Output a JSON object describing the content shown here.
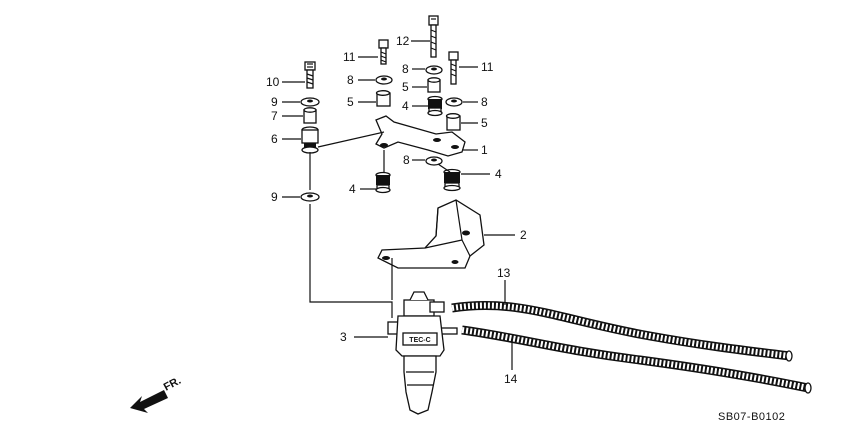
{
  "diagram": {
    "callouts": [
      {
        "id": "c10a",
        "num": "10"
      },
      {
        "id": "c9a",
        "num": "9"
      },
      {
        "id": "c7",
        "num": "7"
      },
      {
        "id": "c6",
        "num": "6"
      },
      {
        "id": "c11a",
        "num": "11"
      },
      {
        "id": "c8a",
        "num": "8"
      },
      {
        "id": "c5a",
        "num": "5"
      },
      {
        "id": "c12",
        "num": "12"
      },
      {
        "id": "c8b",
        "num": "8"
      },
      {
        "id": "c5b",
        "num": "5"
      },
      {
        "id": "c4a",
        "num": "4"
      },
      {
        "id": "c11b",
        "num": "11"
      },
      {
        "id": "c8c",
        "num": "8"
      },
      {
        "id": "c5c",
        "num": "5"
      },
      {
        "id": "c1",
        "num": "1"
      },
      {
        "id": "c8d",
        "num": "8"
      },
      {
        "id": "c4b",
        "num": "4"
      },
      {
        "id": "c4c",
        "num": "4"
      },
      {
        "id": "c9b",
        "num": "9"
      },
      {
        "id": "c2",
        "num": "2"
      },
      {
        "id": "c13",
        "num": "13"
      },
      {
        "id": "c3",
        "num": "3"
      },
      {
        "id": "c14",
        "num": "14"
      }
    ],
    "valve_label": "TEC-C",
    "direction_label": "FR.",
    "figure_code": "SB07-B0102"
  }
}
